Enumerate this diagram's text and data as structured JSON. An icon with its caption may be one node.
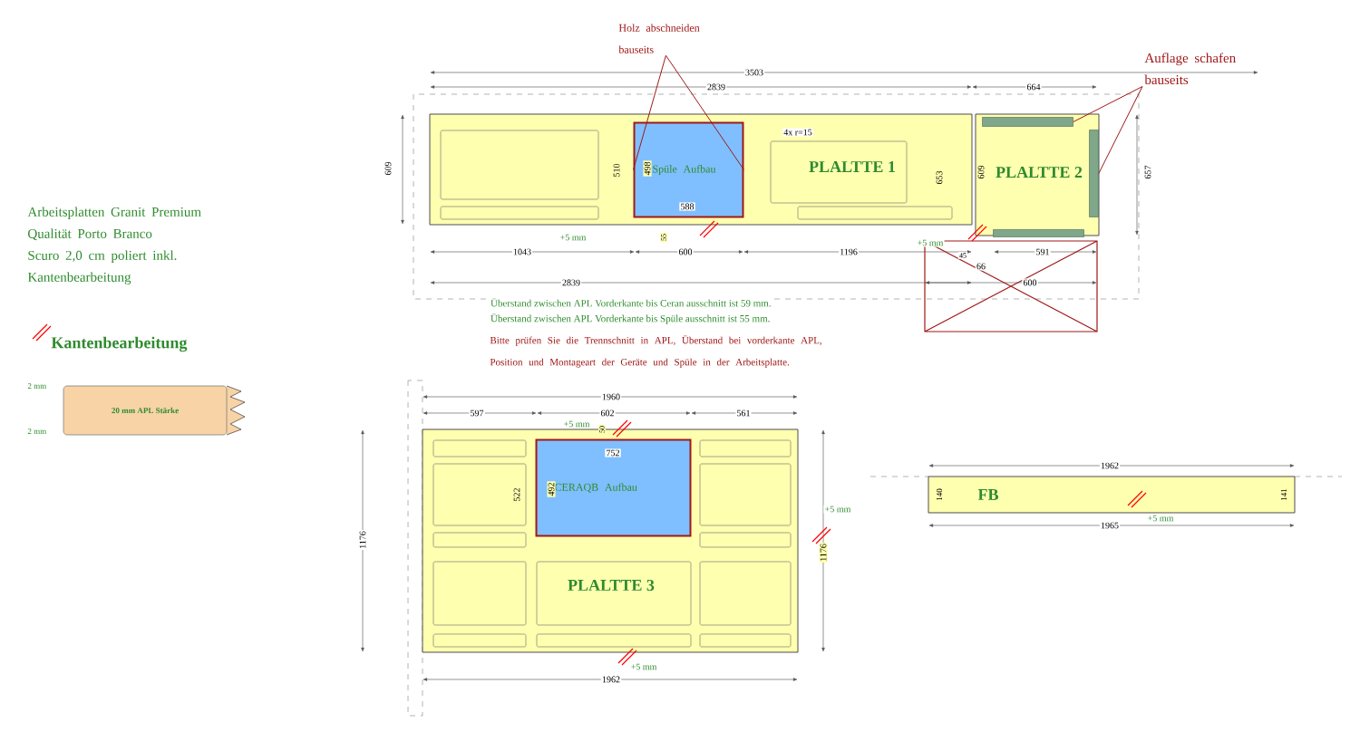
{
  "diagram": {
    "nodes": [
      {
        "text": [
          "Holz abschneiden bauseits"
        ]
      },
      {
        "text": [
          "Auflage schafen bauseits"
        ]
      },
      {
        "text": [
          "PLALTTE 1"
        ]
      },
      {
        "text": [
          "Spüle Aufbau"
        ],
        "in": 2
      },
      {
        "text": [
          "PLALTTE 2"
        ]
      },
      {
        "text": [],
        "shape": "bar",
        "in": 4
      },
      {
        "text": [],
        "shape": "bar",
        "in": 4
      },
      {
        "text": [],
        "shape": "bar",
        "in": 4
      },
      {
        "text": [
          "20 mm APL Stärke"
        ]
      },
      {
        "text": [
          "PLALTTE 3"
        ]
      },
      {
        "text": [
          "CERAQB Aufbau"
        ],
        "in": 9
      },
      {
        "text": [
          "FB"
        ]
      }
    ],
    "edges": [
      {
        "from": 0,
        "to": 3,
        "arrow": "none"
      },
      {
        "from": 0,
        "to": 3,
        "arrow": "none"
      },
      {
        "from": 1,
        "to": 5,
        "arrow": "none"
      },
      {
        "from": 1,
        "to": 6,
        "arrow": "none"
      }
    ],
    "labels": [
      "Arbeitsplatten Granit Premium Qualität Porto Branco Scuro 2,0 cm poliert inkl. Kantenbearbeitung",
      "Kantenbearbeitung",
      "2 mm",
      "2 mm",
      "3503",
      "2839",
      "664",
      "609",
      "510",
      "498",
      "588",
      "4x r=15",
      "653",
      "609",
      "657",
      "+5 mm",
      "1043",
      "55",
      "600",
      "1196",
      "+5 mm",
      "45",
      "591",
      "66",
      "2839",
      "600",
      "Überstand zwischen APL Vorderkante bis Ceran ausschnitt ist 59 mm.",
      "Überstand zwischen APL Vorderkante bis Spüle ausschnitt ist 55 mm.",
      "Bitte prüfen Sie die Trennschnitt in APL, Überstand bei vorderkante APL, Position und Montageart der Geräte und Spüle in der Arbeitsplatte.",
      "1960",
      "597",
      "602",
      "561",
      "+5 mm",
      "50",
      "752",
      "522",
      "492",
      "1176",
      "1176",
      "+5 mm",
      "+5 mm",
      "1962",
      "1962",
      "140",
      "141",
      "+5 mm",
      "1965"
    ]
  }
}
